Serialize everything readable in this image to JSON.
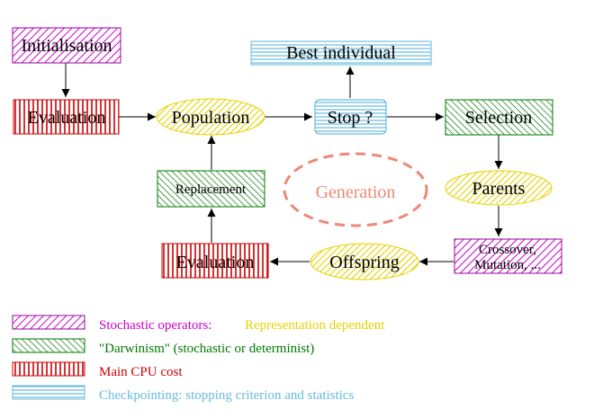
{
  "nodes": {
    "init": "Initialisation",
    "eval_top": "Evaluation",
    "population": "Population",
    "stop": "Stop ?",
    "best": "Best individual",
    "selection": "Selection",
    "parents": "Parents",
    "variation_line1": "Crossover,",
    "variation_line2": "Mutation, ...",
    "offspring": "Offspring",
    "eval_bottom": "Evaluation",
    "replacement": "Replacement",
    "generation": "Generation"
  },
  "legend": {
    "stochastic_label": "Stochastic operators:",
    "representation_label": "Representation dependent",
    "darwinism_label": "\"Darwinism\" (stochastic or determinist)",
    "cpu_label": "Main CPU cost",
    "checkpoint_label": "Checkpointing: stopping criterion and statistics"
  },
  "colors": {
    "magenta": "#cc00cc",
    "yellow": "#e6d200",
    "green": "#007a00",
    "red": "#cc0000",
    "blue": "#66bbdd",
    "generation": "#ee8877"
  }
}
